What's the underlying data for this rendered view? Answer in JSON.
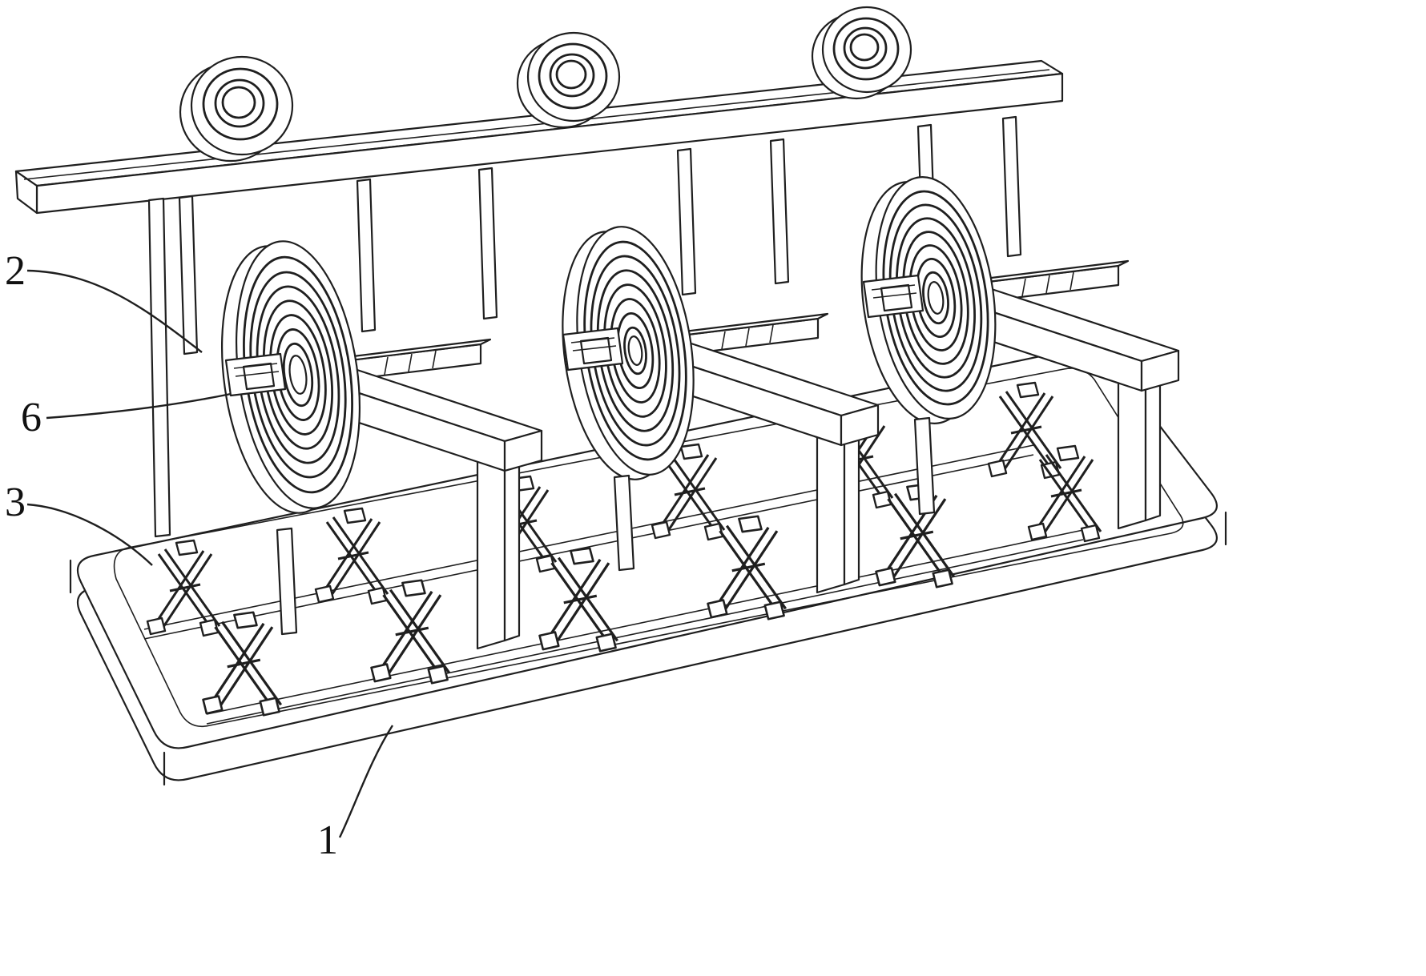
{
  "figure": {
    "background": "#ffffff",
    "line_color": "#1f1f1f",
    "labels": {
      "ref2": "2",
      "ref6": "6",
      "ref3": "3",
      "ref1": "1"
    }
  }
}
